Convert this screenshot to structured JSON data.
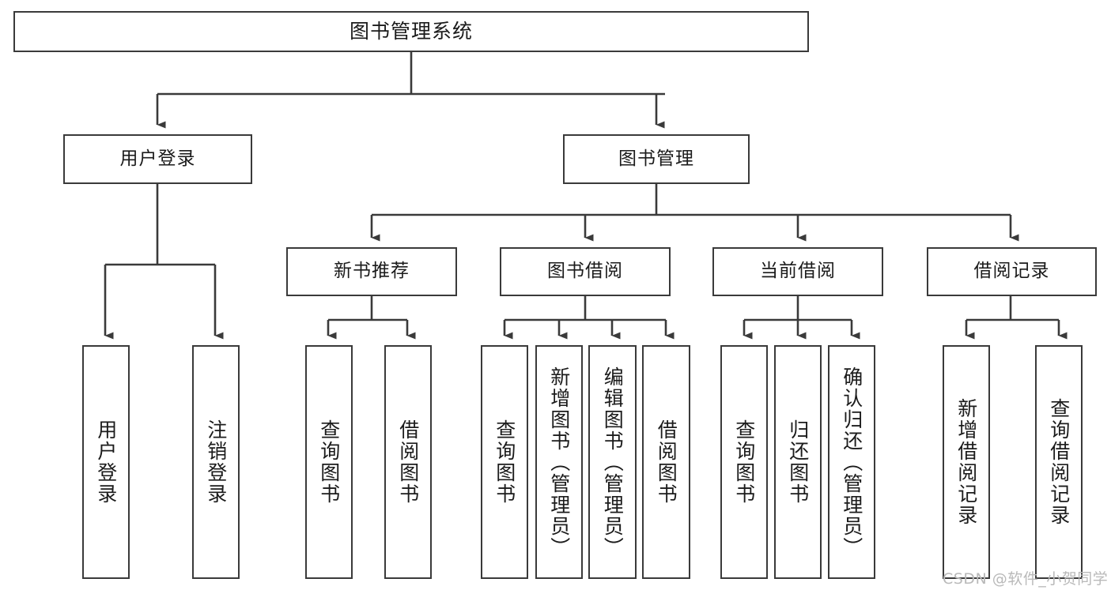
{
  "diagram": {
    "type": "tree-hierarchy",
    "title": "图书管理系统",
    "root": {
      "label": "图书管理系统"
    },
    "level2": [
      {
        "label": "用户登录"
      },
      {
        "label": "图书管理"
      }
    ],
    "level3": [
      {
        "label": "新书推荐"
      },
      {
        "label": "图书借阅"
      },
      {
        "label": "当前借阅"
      },
      {
        "label": "借阅记录"
      }
    ],
    "leaves": {
      "user_login": [
        {
          "label": "用户登录"
        },
        {
          "label": "注销登录"
        }
      ],
      "new_book_recommend": [
        {
          "label": "查询图书"
        },
        {
          "label": "借阅图书"
        }
      ],
      "book_borrow": [
        {
          "label": "查询图书"
        },
        {
          "label": "新增图书（管理员）"
        },
        {
          "label": "编辑图书（管理员）"
        },
        {
          "label": "借阅图书"
        }
      ],
      "current_borrow": [
        {
          "label": "查询图书"
        },
        {
          "label": "归还图书"
        },
        {
          "label": "确认归还（管理员）"
        }
      ],
      "borrow_record": [
        {
          "label": "新增借阅记录"
        },
        {
          "label": "查询借阅记录"
        }
      ]
    }
  },
  "watermark": {
    "text": "CSDN @软件_小贺同学"
  },
  "colors": {
    "stroke": "#3a3a3a",
    "text": "#1b1b1b",
    "background": "#ffffff",
    "watermark": "#b9b9b9"
  }
}
